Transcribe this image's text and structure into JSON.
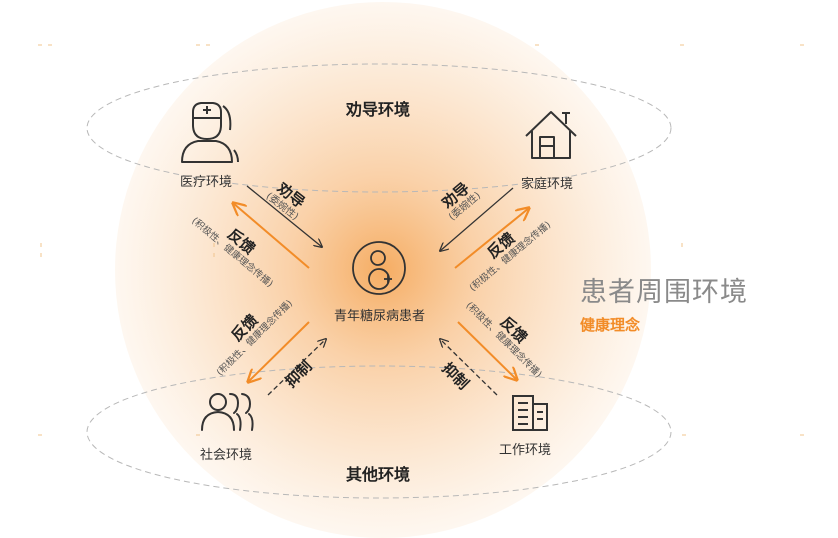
{
  "sidebar": {
    "title": "患者周围环境",
    "subtitle": "健康理念"
  },
  "zones": {
    "top": "劝导环境",
    "bottom": "其他环境"
  },
  "center": {
    "label": "青年糖尿病患者",
    "icon": "patient-icon"
  },
  "nodes": {
    "medical": {
      "label": "医疗环境",
      "icon": "doctor-icon"
    },
    "family": {
      "label": "家庭环境",
      "icon": "house-icon"
    },
    "social": {
      "label": "社会环境",
      "icon": "people-icon"
    },
    "work": {
      "label": "工作环境",
      "icon": "building-icon"
    }
  },
  "relations": {
    "persuade": {
      "label": "劝导",
      "note": "(委婉性)"
    },
    "feedback": {
      "label": "反馈",
      "note": "(积极性、健康理念传播)"
    },
    "suppress": {
      "label": "抑制"
    }
  },
  "colors": {
    "accent": "#f28c28",
    "glow": "#f7b26b",
    "text": "#333333",
    "grey_title": "#8a8a8a"
  }
}
